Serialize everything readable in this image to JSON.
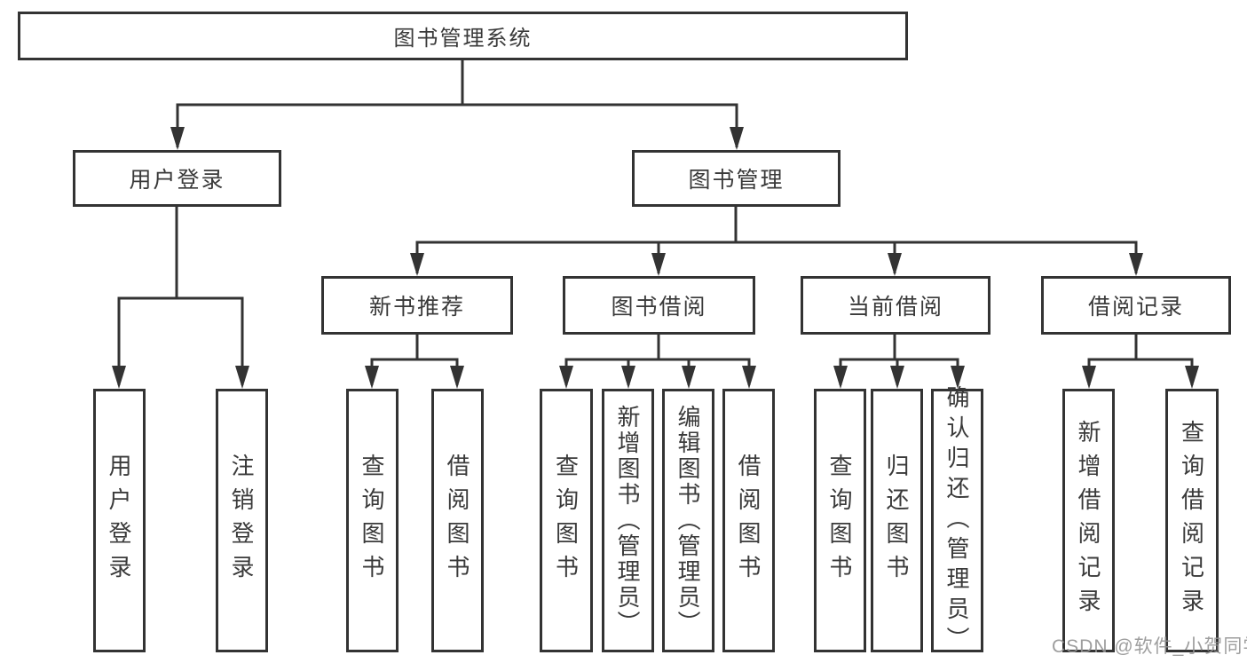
{
  "diagram": {
    "title": "图书管理系统",
    "branches": {
      "user_login": "用户登录",
      "book_mgmt": "图书管理"
    },
    "modules": {
      "new_book": "新书推荐",
      "borrow": "图书借阅",
      "current": "当前借阅",
      "record": "借阅记录"
    },
    "leaves": {
      "login": "用户登录",
      "logout": "注销登录",
      "nb_query": "查询图书",
      "nb_borrow": "借阅图书",
      "bw_query": "查询图书",
      "bw_add": "新增图书（管理员）",
      "bw_edit": "编辑图书（管理员）",
      "bw_borrow": "借阅图书",
      "cu_query": "查询图书",
      "cu_return": "归还图书",
      "cu_confirm": "确认归还（管理员）",
      "rc_add": "新增借阅记录",
      "rc_query": "查询借阅记录"
    }
  },
  "watermark": "CSDN @软件_小贺同学",
  "colors": {
    "line": "#333333",
    "box_border": "#333333",
    "text": "#3a3a3a",
    "watermark": "#949494",
    "background": "#ffffff"
  }
}
